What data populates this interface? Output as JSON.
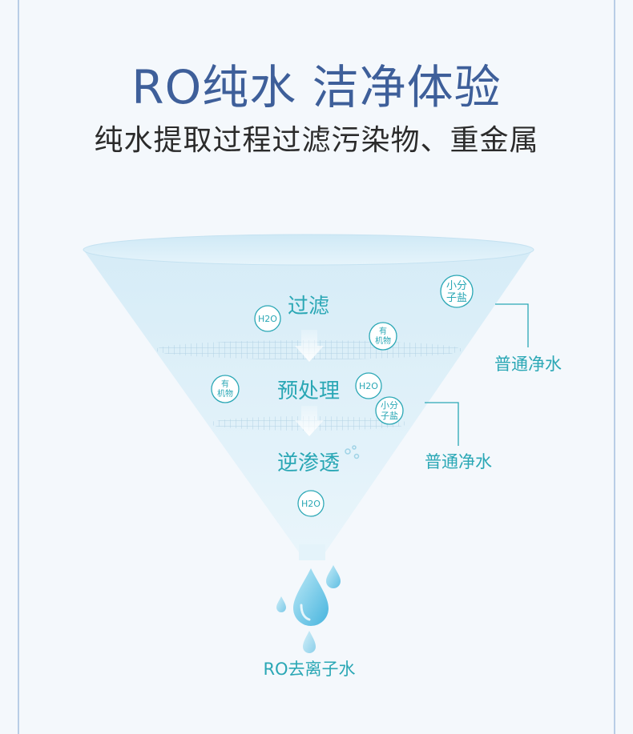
{
  "header": {
    "title": "RO纯水 洁净体验",
    "subtitle": "纯水提取过程过滤污染物、重金属"
  },
  "funnel": {
    "stages": [
      "过滤",
      "预处理",
      "逆渗透"
    ],
    "outputs": [
      "普通净水",
      "普通净水"
    ],
    "bubbles": {
      "h2o": "H2O",
      "organic_line1": "有",
      "organic_line2": "机物",
      "salt_line1": "小分",
      "salt_line2": "子盐"
    }
  },
  "result_label": "RO去离子水"
}
